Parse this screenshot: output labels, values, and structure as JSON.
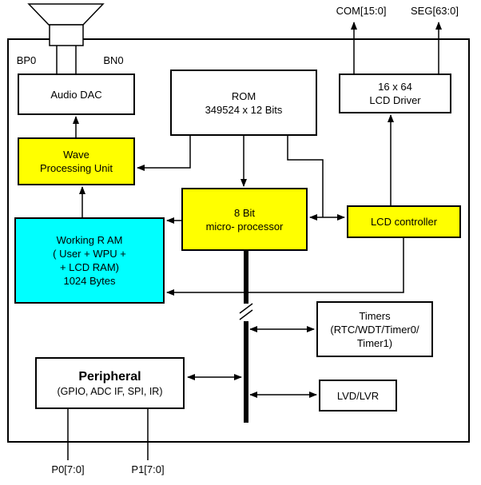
{
  "pins": {
    "bp0": "BP0",
    "bn0": "BN0",
    "com": "COM[15:0]",
    "seg": "SEG[63:0]",
    "p0": "P0[7:0]",
    "p1": "P1[7:0]"
  },
  "blocks": {
    "audio_dac": {
      "lines": [
        "Audio DAC"
      ]
    },
    "wpu": {
      "lines": [
        "Wave",
        "Processing Unit"
      ]
    },
    "working_ram": {
      "lines": [
        "Working R AM",
        "( User + WPU +",
        "+ LCD RAM)",
        "1024 Bytes"
      ]
    },
    "rom": {
      "lines": [
        "ROM",
        "349524 x 12 Bits"
      ]
    },
    "cpu": {
      "lines": [
        "8 Bit",
        "micro- processor"
      ]
    },
    "lcd_driver": {
      "lines": [
        "16 x 64",
        "LCD Driver"
      ]
    },
    "lcd_controller": {
      "lines": [
        "LCD controller"
      ]
    },
    "timers": {
      "lines": [
        "Timers",
        "(RTC/WDT/Timer0/",
        "Timer1)"
      ]
    },
    "lvd_lvr": {
      "lines": [
        "LVD/LVR"
      ]
    },
    "peripheral": {
      "title": "Peripheral",
      "subtitle": "(GPIO, ADC IF, SPI, IR)"
    }
  },
  "colors": {
    "highlight_yellow": "#FFFF00",
    "highlight_cyan": "#00FFFF",
    "box_fill": "#FFFFFF",
    "line": "#000000",
    "background": "#FFFFFF"
  }
}
